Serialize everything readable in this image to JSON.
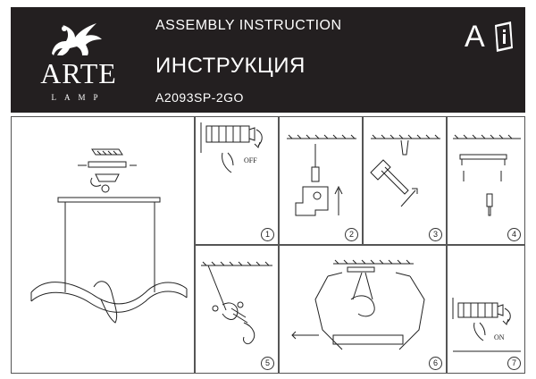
{
  "header": {
    "brand": "ARTE",
    "brand_sub": "LAMP",
    "title_en": "ASSEMBLY INSTRUCTION",
    "title_ru": "ИНСТРУКЦИЯ",
    "model": "A2093SP-2GO",
    "brand_letter": "A",
    "info_icon": "info-book-icon"
  },
  "steps": [
    {
      "number": "1",
      "label": "OFF"
    },
    {
      "number": "2"
    },
    {
      "number": "3"
    },
    {
      "number": "4"
    },
    {
      "number": "5"
    },
    {
      "number": "6"
    },
    {
      "number": "7",
      "label": "ON"
    }
  ]
}
